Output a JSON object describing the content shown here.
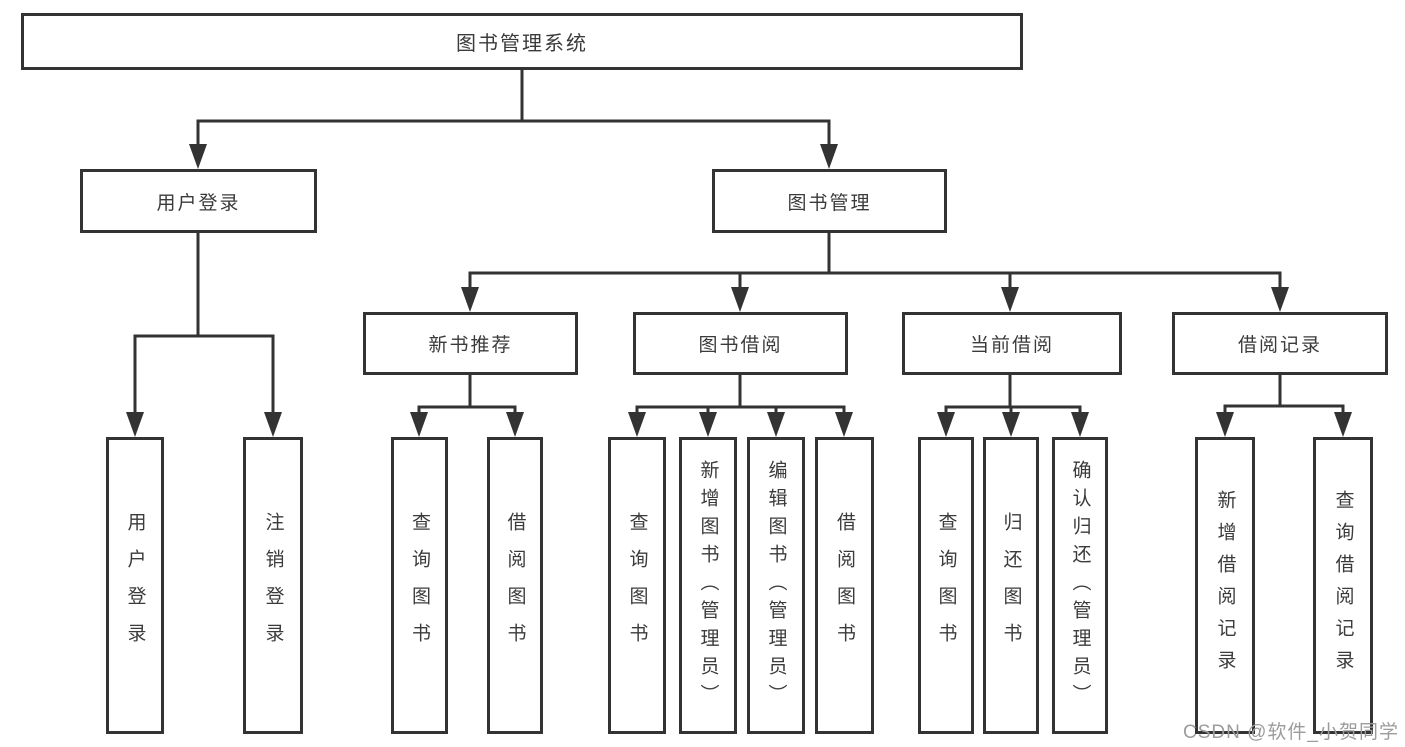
{
  "tree": {
    "root": "图书管理系统",
    "children": [
      {
        "label": "用户登录",
        "children": [
          "用户登录",
          "注销登录"
        ]
      },
      {
        "label": "图书管理",
        "children": [
          {
            "label": "新书推荐",
            "children": [
              "查询图书",
              "借阅图书"
            ]
          },
          {
            "label": "图书借阅",
            "children": [
              "查询图书",
              "新增图书（管理员）",
              "编辑图书（管理员）",
              "借阅图书"
            ]
          },
          {
            "label": "当前借阅",
            "children": [
              "查询图书",
              "归还图书",
              "确认归还（管理员）"
            ]
          },
          {
            "label": "借阅记录",
            "children": [
              "新增借阅记录",
              "查询借阅记录"
            ]
          }
        ]
      }
    ]
  },
  "watermark": {
    "text": "CSDN @软件_小贺同学"
  },
  "colors": {
    "line": "#333333",
    "box_border": "#333333",
    "text": "#3b3b3b",
    "watermark": "#9c9c9c",
    "background": "#ffffff"
  }
}
